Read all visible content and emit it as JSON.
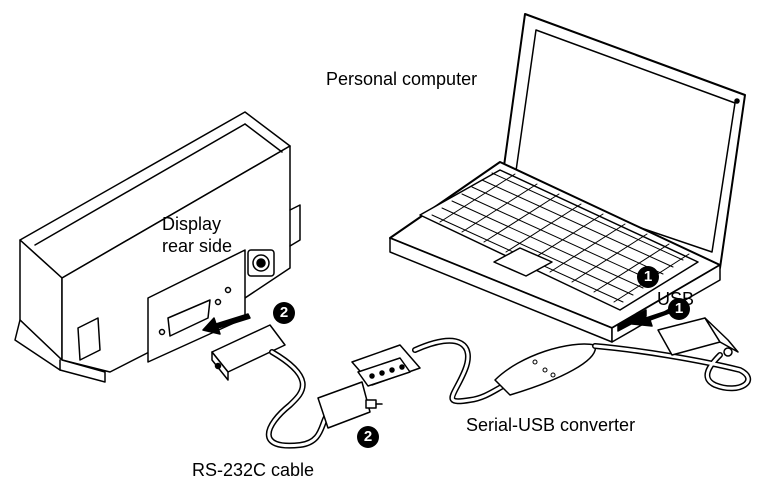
{
  "labels": {
    "personal_computer": "Personal computer",
    "display_line1": "Display",
    "display_line2": "rear side",
    "usb": "USB",
    "serial_usb_converter": "Serial-USB converter",
    "rs232c_cable": "RS-232C cable"
  },
  "markers": {
    "step1": "1",
    "step2": "2"
  }
}
